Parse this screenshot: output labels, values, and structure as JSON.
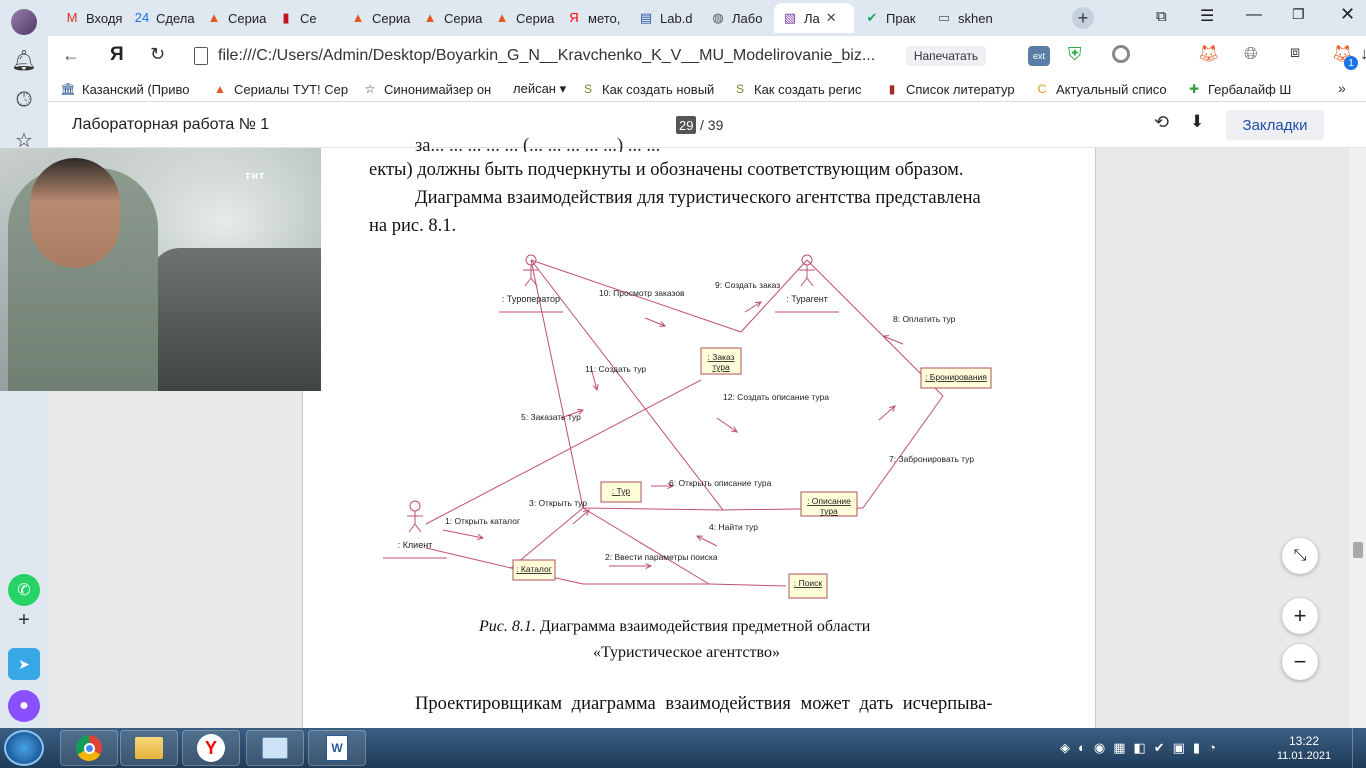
{
  "browser": {
    "tabs": [
      {
        "icon": "mail-icon",
        "label": "Входя",
        "color": "#d93025"
      },
      {
        "icon": "24-icon",
        "label": "Сдела",
        "color": "#1a73e8"
      },
      {
        "icon": "fox-icon",
        "label": "Сериа",
        "color": "#e8561f"
      },
      {
        "icon": "book-icon",
        "label": "Се",
        "color": "#c1121f"
      },
      {
        "icon": "fox-icon",
        "label": "Сериа",
        "color": "#e8561f"
      },
      {
        "icon": "fox-icon",
        "label": "Сериа",
        "color": "#e8561f"
      },
      {
        "icon": "fox-icon",
        "label": "Сериа",
        "color": "#e8561f"
      },
      {
        "icon": "yandex-icon",
        "label": "мето,",
        "color": "#ff0000"
      },
      {
        "icon": "doc-icon",
        "label": "Lab.d",
        "color": "#2b579a"
      },
      {
        "icon": "globe-icon",
        "label": "Лабо",
        "color": "#555555"
      },
      {
        "icon": "pdf-icon",
        "label": "Ла",
        "color": "#7b3fa0"
      },
      {
        "icon": "check-icon",
        "label": "Прак",
        "color": "#1fa463"
      },
      {
        "icon": "file-icon",
        "label": "skhen",
        "color": "#555555"
      }
    ],
    "address": "file:///C:/Users/Admin/Desktop/Boyarkin_G_N__Kravchenko_K_V__MU_Modelirovanie_biz...",
    "print_label": "Напечатать",
    "badge_count": "1",
    "bookmarks": [
      {
        "icon": "museum-icon",
        "label": "Казанский (Приво"
      },
      {
        "icon": "fox-icon",
        "label": "Сериалы ТУТ! Сер"
      },
      {
        "icon": "star-icon",
        "label": "Синонимайзер он"
      },
      {
        "icon": "",
        "label": "лейсан ▾"
      },
      {
        "icon": "s-icon",
        "label": "Как создать новый"
      },
      {
        "icon": "s-icon",
        "label": "Как создать регис"
      },
      {
        "icon": "book-icon",
        "label": "Список литератур"
      },
      {
        "icon": "c-icon",
        "label": "Актуальный списо"
      },
      {
        "icon": "herbalife-icon",
        "label": "Гербалайф Ш"
      }
    ]
  },
  "pdf": {
    "doc_title": "Лабораторная работа № 1",
    "page_current": "29",
    "page_total": "/ 39",
    "bookmarks_label": "Закладки",
    "para_top_cut": "за...  ...  ... ...  ... (... ...  ...  ... ...) ... ...",
    "para1": "екты) должны быть подчеркнуты и обозначены соответствующим образом.",
    "para2_line1": "Диаграмма взаимодействия для туристического агентства представлена",
    "para2_line2": "на рис. 8.1.",
    "caption_prefix": "Рис. 8.1.",
    "caption_line1": "Диаграмма взаимодействия предметной области",
    "caption_line2": "«Туристическое агентство»",
    "para3": "Проектировщикам диаграмма взаимодействия может дать исчерпыва-"
  },
  "diagram": {
    "actors": [
      ": Туроператор",
      ": Турагент",
      ": Клиент"
    ],
    "objects": [
      ": Заказ тура",
      ": Бронирования",
      ": Тур",
      ": Описание тура",
      ": Каталог",
      ": Поиск"
    ],
    "obj_zakaz_1": ": Заказ",
    "obj_zakaz_2": "тура",
    "obj_opis_1": ": Описание",
    "obj_opis_2": "тура",
    "messages": [
      "1: Открыть каталог",
      "2: Ввести параметры поиска",
      "3: Открыть тур",
      "4: Найти тур",
      "5: Заказать тур",
      "6: Открыть описание тура",
      "7: Забронировать тур",
      "8: Оплатить тур",
      "9: Создать заказ",
      "10: Просмотр заказов",
      "11: Создать тур",
      "12: Создать описание тура"
    ],
    "line_color": "#c0506e",
    "box_fill": "#fffcd8"
  },
  "video_overlay": {
    "channel_logo": "тнт"
  },
  "taskbar": {
    "time": "13:22",
    "date": "11.01.2021"
  }
}
